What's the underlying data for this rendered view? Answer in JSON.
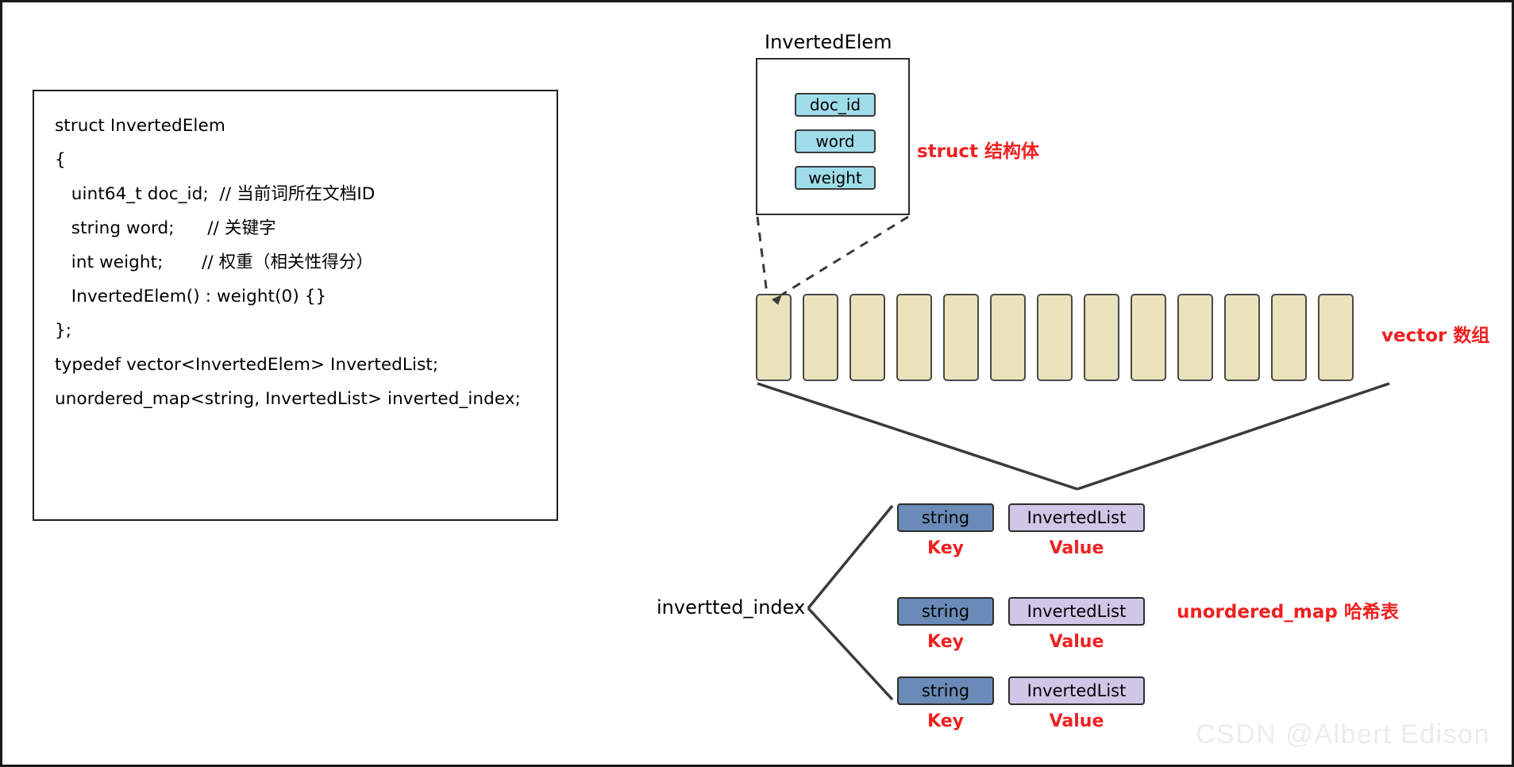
{
  "code_panel": {
    "lines": [
      "struct InvertedElem",
      "{",
      "   uint64_t doc_id;  // 当前词所在文档ID",
      "   string word;      // 关键字",
      "   int weight;       // 权重（相关性得分）",
      "",
      "   InvertedElem() : weight(0) {}",
      "};",
      "",
      "typedef vector<InvertedElem> InvertedList;",
      "",
      "unordered_map<string, InvertedList> inverted_index;"
    ]
  },
  "struct_block": {
    "title": "InvertedElem",
    "fields": [
      "doc_id",
      "word",
      "weight"
    ],
    "annotation": "struct 结构体",
    "field_color": "#9fdcea"
  },
  "vector_block": {
    "cell_count": 13,
    "annotation": "vector 数组",
    "cell_color": "#eae3bb"
  },
  "hash_block": {
    "map_name": "invertted_index",
    "annotation": "unordered_map 哈希表",
    "key_color": "#6a8bb7",
    "value_color": "#cfc6e8",
    "rows": [
      {
        "key": "string",
        "value": "InvertedList",
        "key_caption": "Key",
        "value_caption": "Value"
      },
      {
        "key": "string",
        "value": "InvertedList",
        "key_caption": "Key",
        "value_caption": "Value"
      },
      {
        "key": "string",
        "value": "InvertedList",
        "key_caption": "Key",
        "value_caption": "Value"
      }
    ]
  },
  "watermark": "CSDN @Albert Edison",
  "colors": {
    "annotation_red": "#ef2020",
    "ink": "#1f1f1f"
  }
}
